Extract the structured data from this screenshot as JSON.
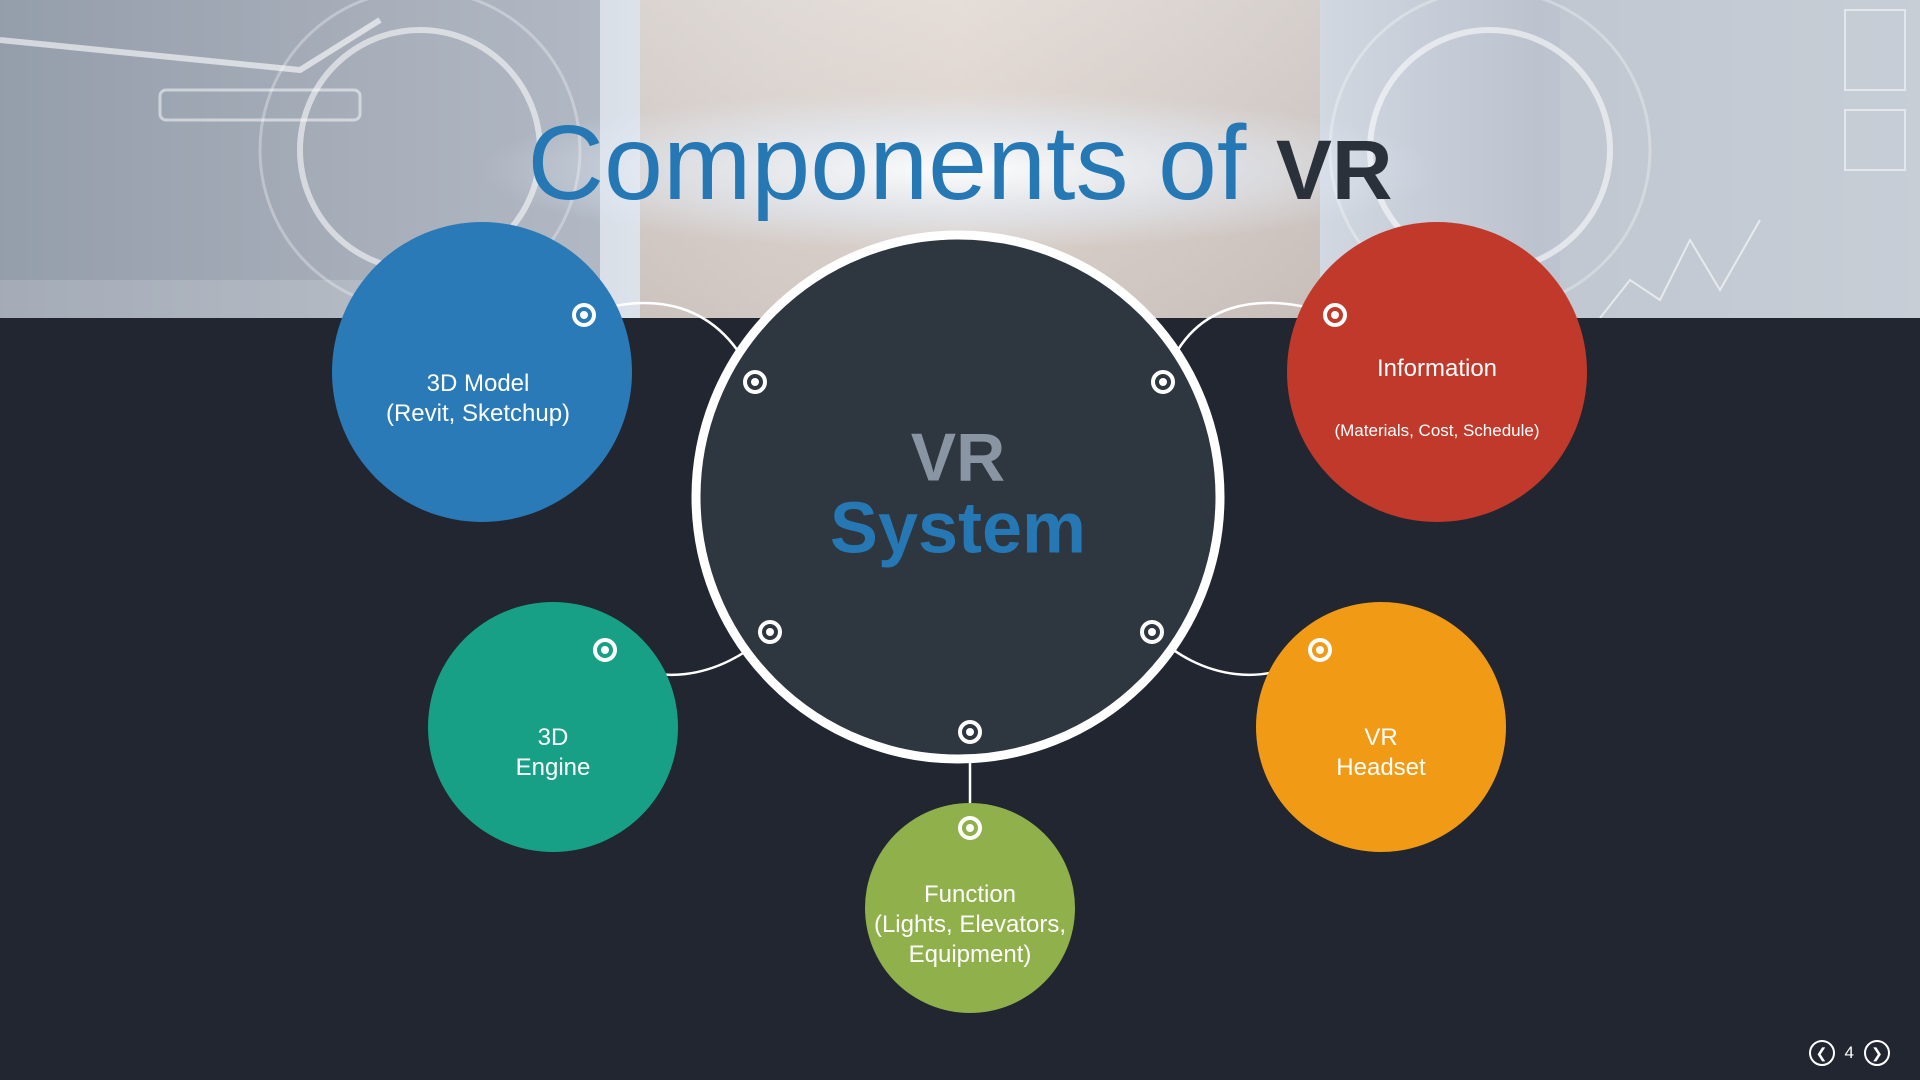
{
  "slide": {
    "title_main": "Components of ",
    "title_accent": "VR",
    "page_number": "4"
  },
  "center": {
    "line1": "VR",
    "line2": "System"
  },
  "nodes": [
    {
      "id": "3d-model",
      "label": "3D Model\n(Revit, Sketchup)",
      "sub": "",
      "color": "#2a7ab8"
    },
    {
      "id": "information",
      "label": "Information",
      "sub": "(Materials, Cost, Schedule)",
      "color": "#c0392b"
    },
    {
      "id": "3d-engine",
      "label": "3D\nEngine",
      "sub": "",
      "color": "#17a085"
    },
    {
      "id": "function",
      "label": "Function\n(Lights, Elevators,\nEquipment)",
      "sub": "",
      "color": "#8fb04a"
    },
    {
      "id": "vr-headset",
      "label": "VR\nHeadset",
      "sub": "",
      "color": "#f09a16"
    }
  ],
  "colors": {
    "background": "#212630",
    "center_fill": "#2e3640",
    "accent_blue": "#2578b4"
  },
  "icons": {
    "prev": "chevron-left-circle-icon",
    "next": "chevron-right-circle-icon"
  }
}
